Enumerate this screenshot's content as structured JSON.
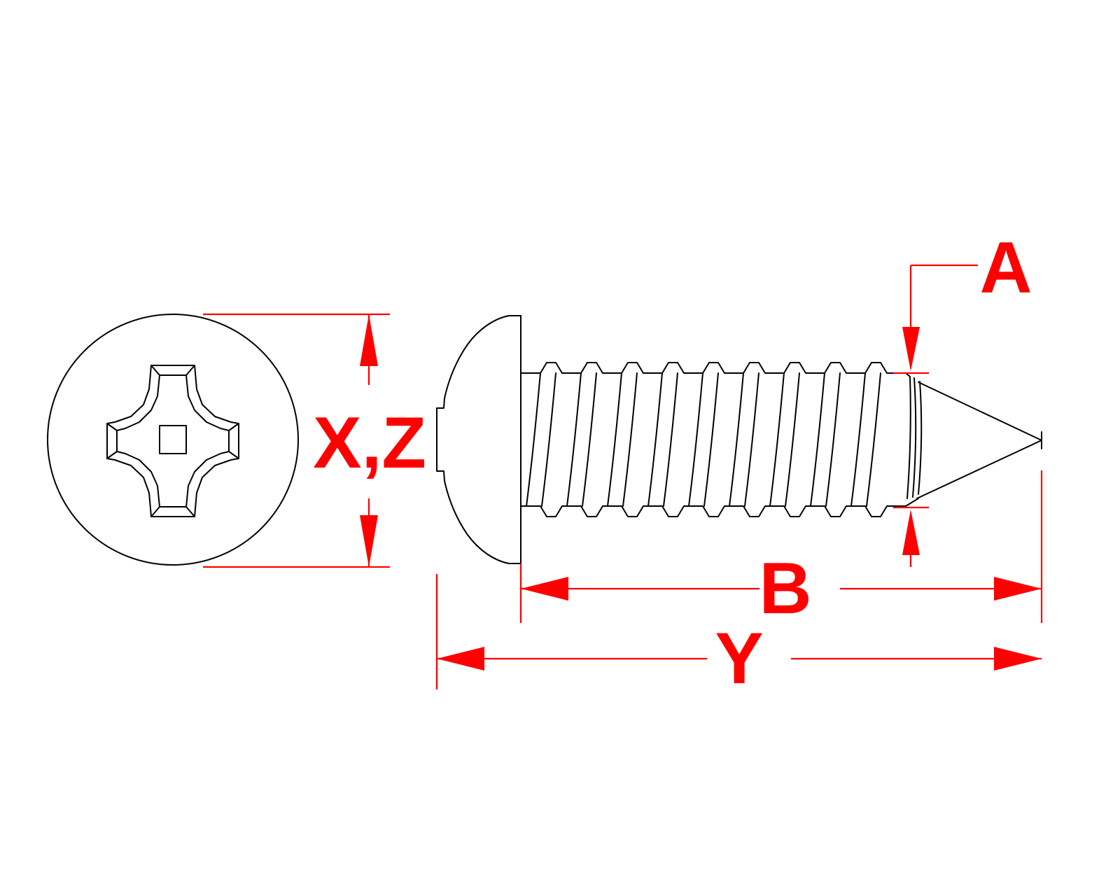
{
  "drawing": {
    "title": "Screw technical dimension drawing",
    "background_color": "#FFFFFF",
    "line_color": "#000000",
    "dimension_color": "#FF0000",
    "views": [
      {
        "name": "head-end-view",
        "description": "Phillips cross recess head top view"
      },
      {
        "name": "side-view",
        "description": "Truss head self-tapping screw side profile"
      }
    ]
  },
  "dimensions": {
    "xz": {
      "label": "X,Z",
      "name": "head-diameter-dimension",
      "orientation": "vertical",
      "applies_to": "head-end-view"
    },
    "a": {
      "label": "A",
      "name": "thread-diameter-dimension",
      "orientation": "vertical-leader",
      "applies_to": "side-view"
    },
    "b": {
      "label": "B",
      "name": "thread-length-dimension",
      "orientation": "horizontal",
      "applies_to": "side-view"
    },
    "y": {
      "label": "Y",
      "name": "overall-length-dimension",
      "orientation": "horizontal",
      "applies_to": "side-view"
    }
  }
}
